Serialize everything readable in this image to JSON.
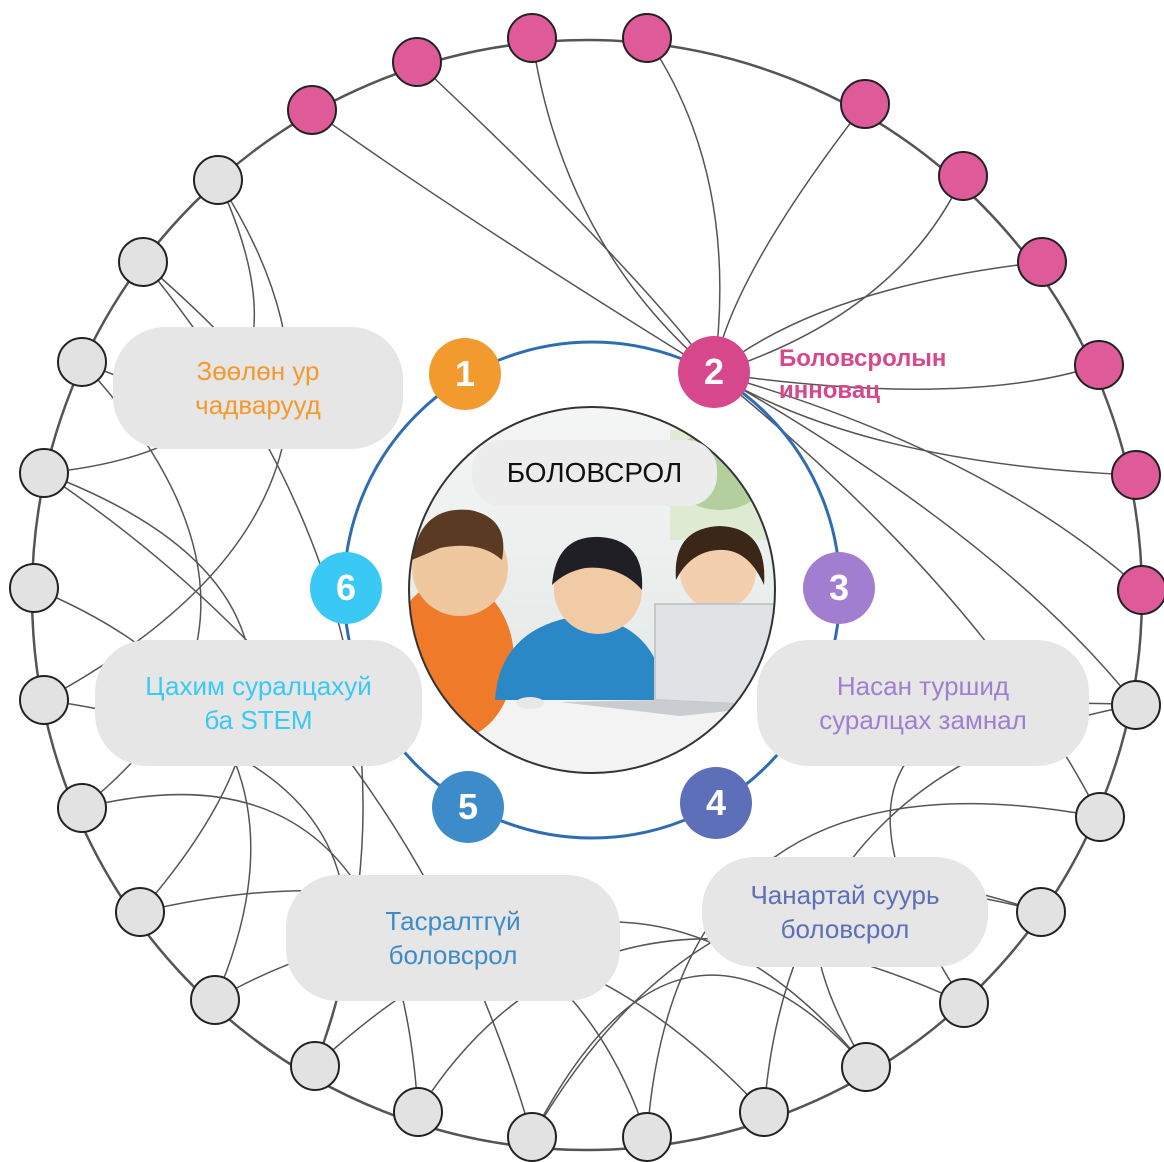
{
  "center": {
    "title": "БОЛОВСРОЛ",
    "image": "children-at-laptop-photo"
  },
  "innovation_label": {
    "text": "Боловсролын\nинновац",
    "color": "#d6478c"
  },
  "items": [
    {
      "number": "1",
      "label": "Зөөлөн ур\nчадварууд",
      "color": "#f39a2e"
    },
    {
      "number": "2",
      "label": "",
      "color": "#d6478c"
    },
    {
      "number": "3",
      "label": "Насан туршид\nсуралцах замнал",
      "color": "#a27ed1"
    },
    {
      "number": "4",
      "label": "Чанартай суурь\nболовсрол",
      "color": "#5c6fb8"
    },
    {
      "number": "5",
      "label": "Тасралтгүй\nболовсрол",
      "color": "#3d8cc9"
    },
    {
      "number": "6",
      "label": "Цахим суралцахуй\nба  STEM",
      "color": "#3ac8f5"
    }
  ],
  "colors": {
    "ring": "#2f6db3",
    "outer_node": "#e2e2e2",
    "highlight_node": "#df5a98",
    "network_line": "#555555"
  }
}
